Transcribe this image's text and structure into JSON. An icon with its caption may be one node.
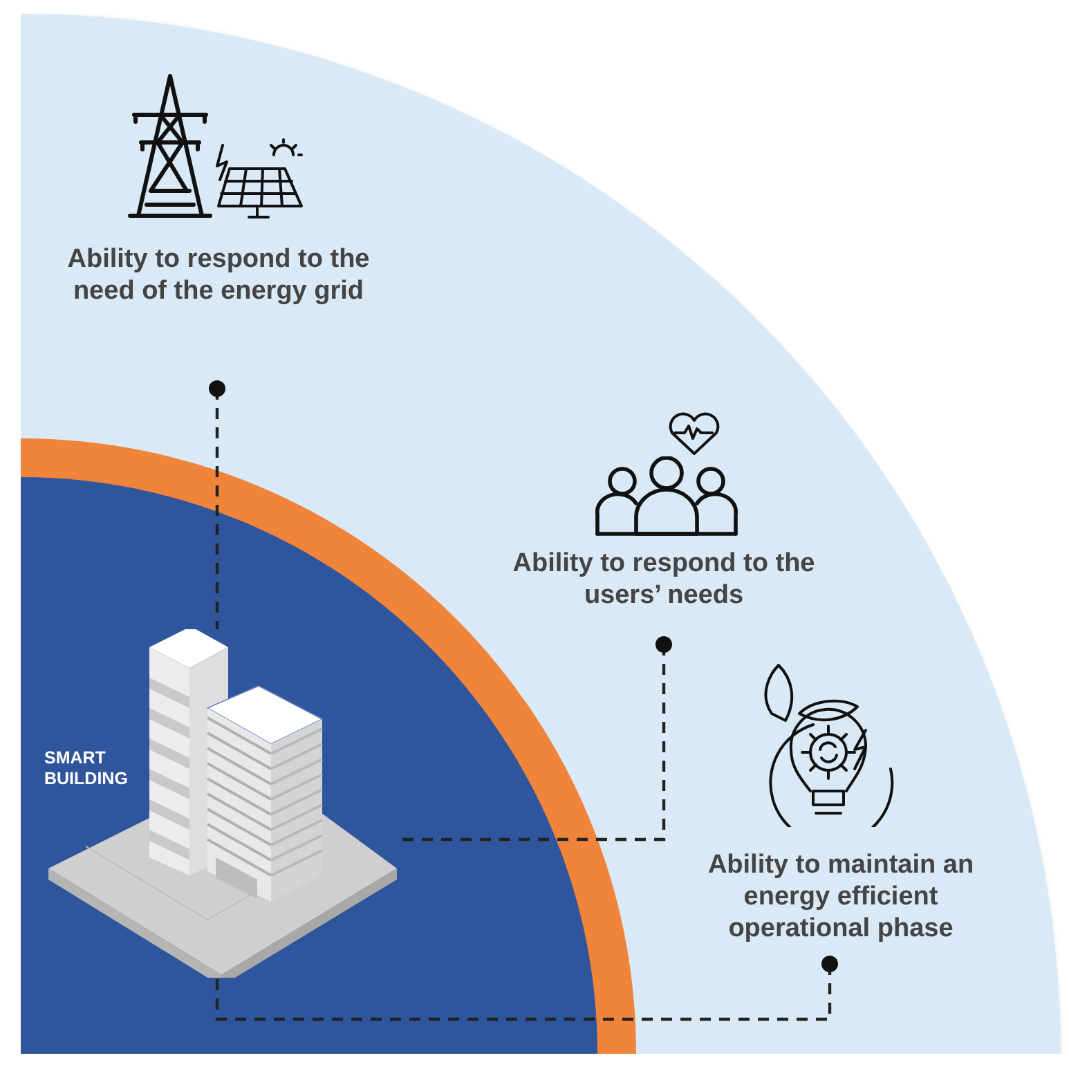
{
  "diagram": {
    "nodes": [
      {
        "text": [],
        "shape": "picture",
        "beside": [
          "SMART BUILDING"
        ]
      },
      {
        "text": [
          "Ability to respond to the need of the energy grid"
        ]
      },
      {
        "text": [
          "Ability to respond to the users’ needs"
        ]
      },
      {
        "text": [
          "Ability to maintain an energy efficient operational phase"
        ]
      }
    ],
    "edges": [
      {
        "from": 1,
        "to": 0,
        "arrow": "other",
        "style": "dashed"
      },
      {
        "from": 2,
        "to": 0,
        "arrow": "other",
        "style": "dashed"
      },
      {
        "from": 3,
        "to": 0,
        "arrow": "other",
        "style": "dashed"
      }
    ]
  }
}
